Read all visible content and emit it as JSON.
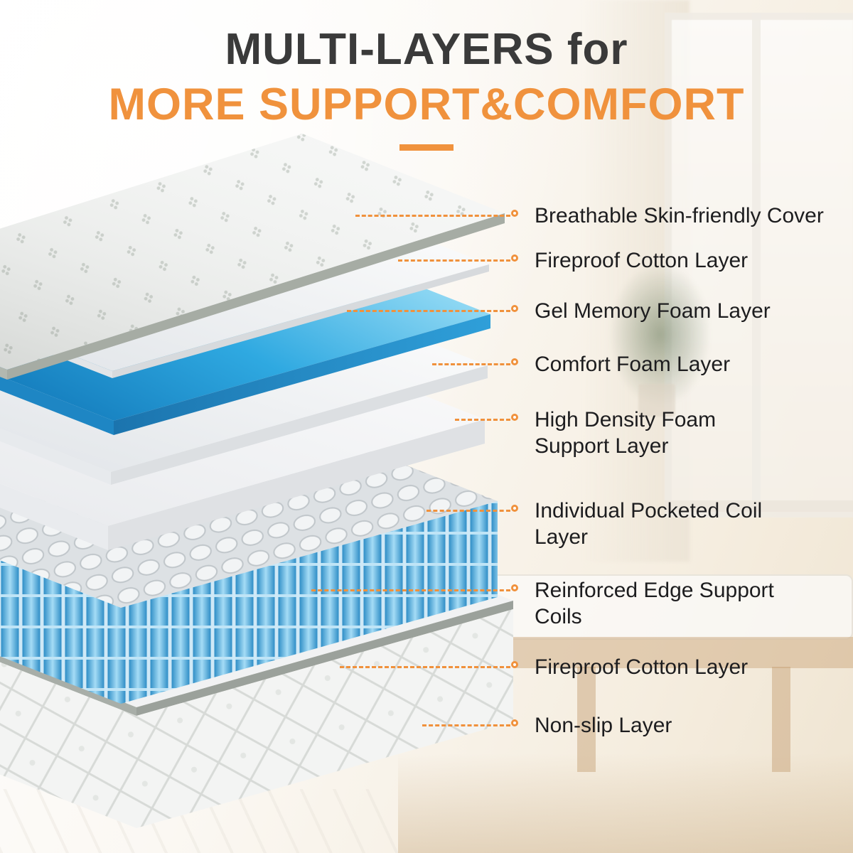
{
  "page": {
    "background": "#FAF6F0"
  },
  "title": {
    "line1": "MULTI-LAYERS for",
    "line2": "MORE SUPPORT&COMFORT",
    "accent_color": "#F0923D",
    "dark_color": "#3A3A3A"
  },
  "labels": [
    "Breathable Skin-friendly Cover",
    "Fireproof Cotton Layer",
    "Gel Memory Foam Layer",
    "Comfort Foam Layer",
    "High Density Foam Support Layer",
    "Individual Pocketed Coil Layer",
    "Reinforced Edge Support Coils",
    "Fireproof Cotton Layer",
    "Non-slip Layer"
  ],
  "illustration": {
    "description": "Exploded cutaway of a hybrid mattress showing its stacked internal layers",
    "layers_top_to_bottom": [
      "Breathable skin-friendly quilted cover",
      "Fireproof cotton layer",
      "Gel memory foam layer (blue)",
      "Comfort foam layer",
      "High density foam support layer",
      "Individual pocketed coil layer with blue reinforced edge support coils",
      "Fireproof cotton layer",
      "Non-slip quilted base layer"
    ],
    "colors": {
      "gel_foam_blue": "#2FA9E1",
      "edge_coil_blue": "#5BB7E7",
      "foam_white": "#F4F5F7",
      "cover_white": "#F6F7F6",
      "cover_edge_gray": "#A6ACA4"
    }
  }
}
